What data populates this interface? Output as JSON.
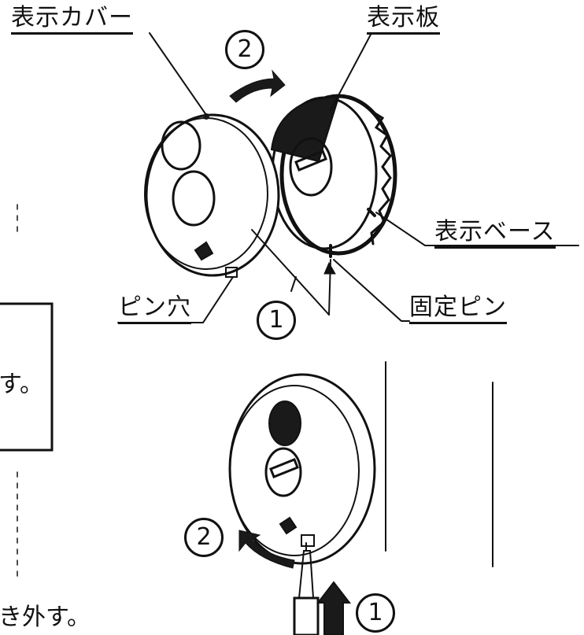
{
  "labels": {
    "display_cover": "表示カバー",
    "display_plate": "表示板",
    "display_base": "表示ベース",
    "pin_hole": "ピン穴",
    "fixing_pin": "固定ピン"
  },
  "steps": {
    "top_one": "1",
    "top_two": "2",
    "bottom_one": "1",
    "bottom_two": "2"
  },
  "text_fragments": {
    "box_line": "す。",
    "bottom_line": "き外す。"
  },
  "colors": {
    "ink": "#111111",
    "fill_dark": "#1a1a1a",
    "background": "#ffffff"
  }
}
